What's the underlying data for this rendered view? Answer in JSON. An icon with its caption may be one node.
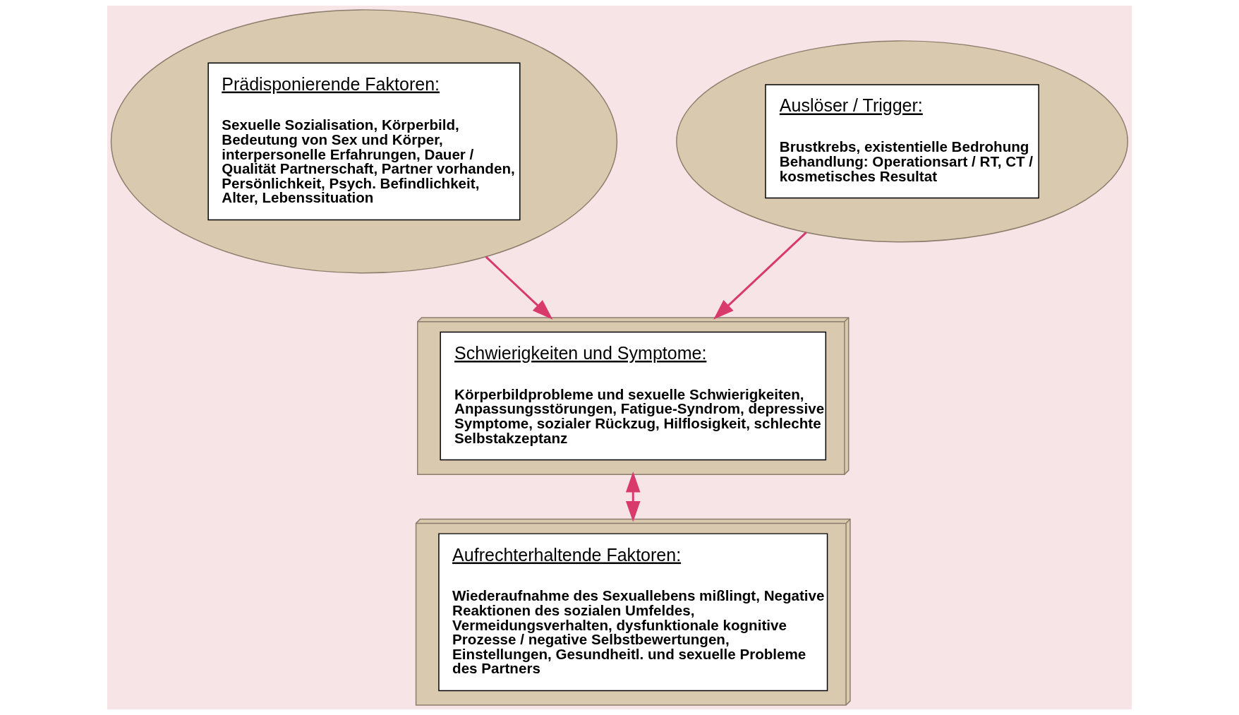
{
  "diagram": {
    "nodes": [
      {
        "text": [
          "Prädisponierende Faktoren:",
          "Sexuelle Sozialisation, Körperbild, Bedeutung von Sex und Körper, interpersonelle Erfahrungen, Dauer / Qualität Partnerschaft, Partner vorhanden, Persönlichkeit, Psych. Befindlichkeit, Alter, Lebenssituation"
        ]
      },
      {
        "text": [
          "Auslöser / Trigger:",
          "Brustkrebs, existentielle Bedrohung Behandlung: Operationsart / RT, CT / kosmetisches Resultat"
        ]
      },
      {
        "text": [
          "Schwierigkeiten und Symptome:",
          "Körperbildprobleme und sexuelle Schwierigkeiten, Anpassungsstörungen, Fatigue-Syndrom, depressive Symptome, sozialer Rückzug, Hilflosigkeit, schlechte Selbstakzeptanz"
        ]
      },
      {
        "text": [
          "Aufrechterhaltende Faktoren:",
          "Wiederaufnahme des Sexuallebens mißlingt, Negative Reaktionen des sozialen Umfeldes, Vermeidungsverhalten, dysfunktionale kognitive Prozesse / negative Selbstbewertungen, Einstellungen, Gesundheitl. und sexuelle Probleme des Partners"
        ]
      }
    ],
    "edges": [
      {
        "from": 0,
        "to": 2,
        "arrow": "to"
      },
      {
        "from": 1,
        "to": 2,
        "arrow": "to"
      },
      {
        "from": 2,
        "to": 3,
        "arrow": "both"
      }
    ]
  }
}
